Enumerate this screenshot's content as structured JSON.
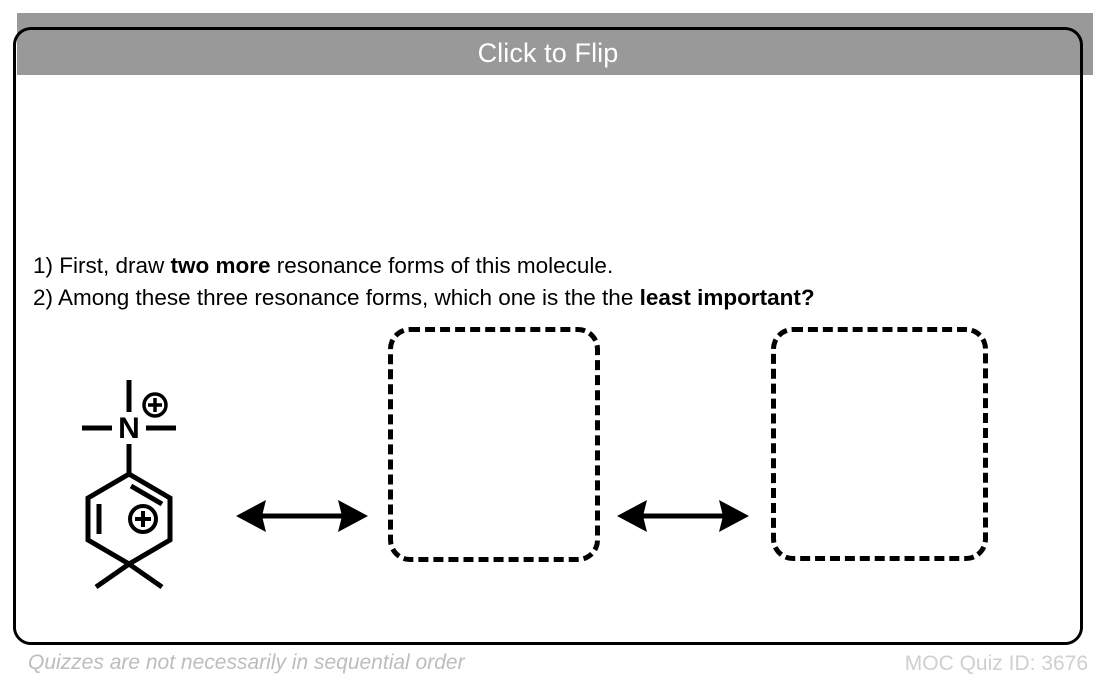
{
  "card": {
    "title": "Click to Flip",
    "title_bar_color": "#999999",
    "border_color": "#000000",
    "background_color": "#ffffff"
  },
  "question": {
    "line1_prefix": "1) First, draw ",
    "line1_bold": "two more",
    "line1_suffix": " resonance forms of this molecule.",
    "line2_prefix": "2) Among these three resonance forms, which one is the the ",
    "line2_bold": "least important?"
  },
  "structure": {
    "molecule": {
      "name": "4,4-dimethylcyclohexa-2,5-dien-1-ylidene trimethylammonium cation",
      "atom_label": "N",
      "nitrogen_charge": "⊕",
      "ring_charge": "⊕",
      "methyl_count_on_nitrogen": 3,
      "gem_dimethyl_count": 2
    },
    "arrow_1_label": "resonance-arrow",
    "arrow_2_label": "resonance-arrow",
    "answer_box_1_label": "",
    "answer_box_2_label": ""
  },
  "footer": {
    "note": "Quizzes are not necessarily in sequential order",
    "quiz_id": "MOC Quiz ID: 3676",
    "note_color": "#bdbdbd",
    "quiz_id_color": "#cfcfcf"
  }
}
